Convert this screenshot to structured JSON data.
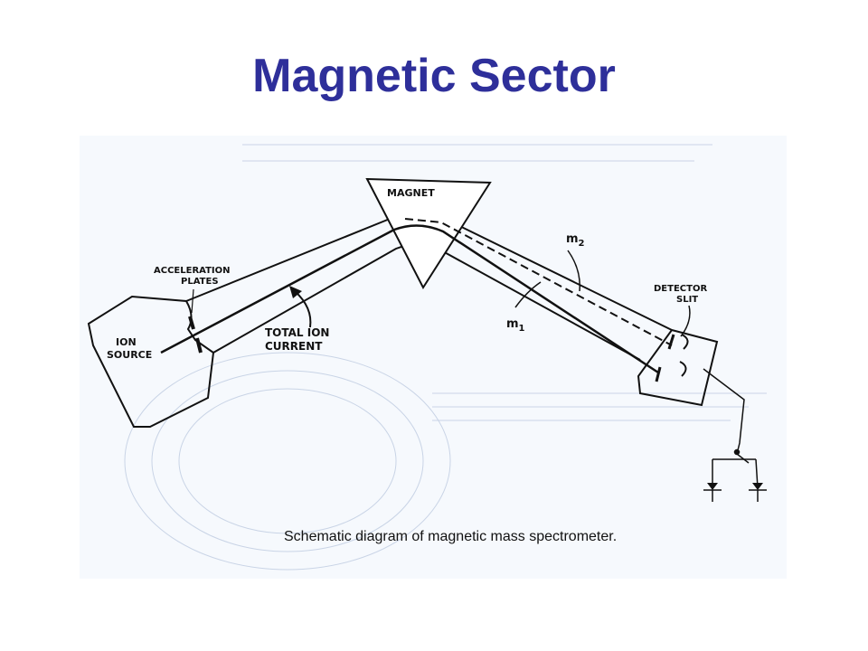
{
  "slide": {
    "title": "Magnetic Sector"
  },
  "diagram": {
    "caption": "Schematic diagram of magnetic mass spectrometer.",
    "labels": {
      "magnet": "MAGNET",
      "acceleration_line1": "ACCELERATION",
      "acceleration_line2": "PLATES",
      "ion_line1": "ION",
      "ion_line2": "SOURCE",
      "total_line1": "TOTAL ION",
      "total_line2": "CURRENT",
      "m2_base": "m",
      "m2_sub": "2",
      "m1_base": "m",
      "m1_sub": "1",
      "detector_line1": "DETECTOR",
      "detector_line2": "SLIT"
    }
  },
  "colors": {
    "title": "#2e2f9a",
    "ink": "#111111",
    "background_scan": "#f6f9fd",
    "faint_bleed": "#c9d4e6"
  }
}
